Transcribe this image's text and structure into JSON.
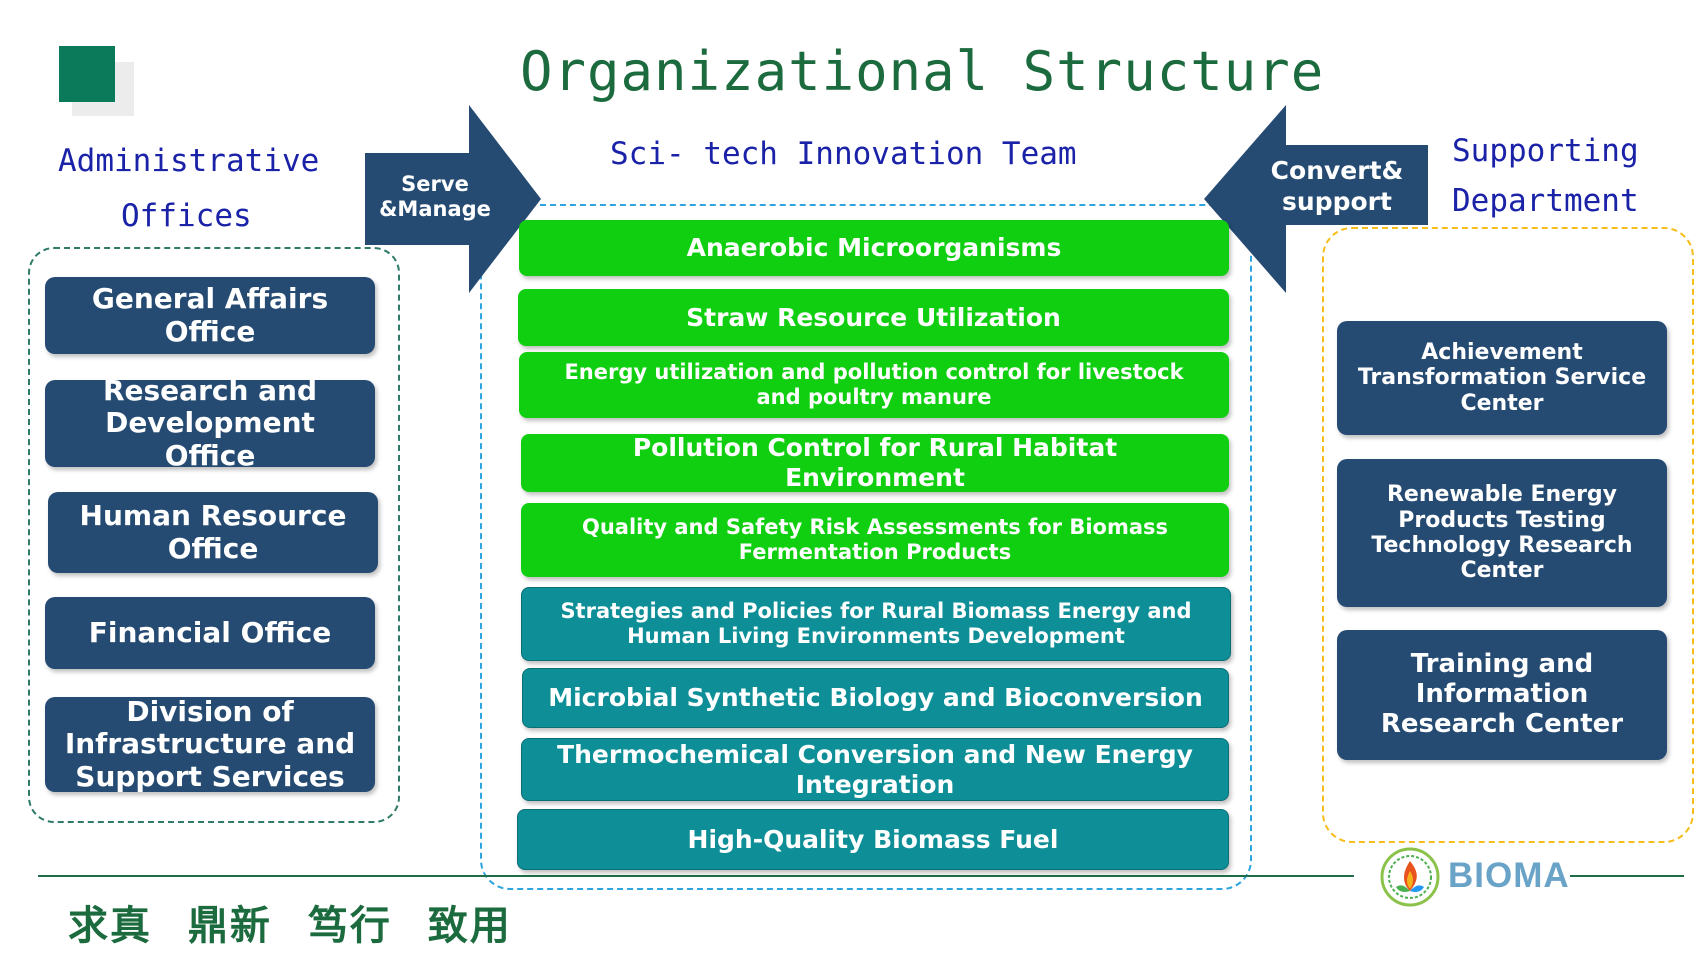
{
  "title": "Organizational Structure",
  "columns": {
    "administrative": {
      "heading_line1": "Administrative",
      "heading_line2": "Offices",
      "offices": [
        "General Affairs Office",
        "Research and Development Office",
        "Human Resource Office",
        "Financial Office",
        "Division of Infrastructure and Support Services"
      ]
    },
    "sci_tech": {
      "heading": "Sci- tech Innovation Team",
      "teams": [
        "Anaerobic Microorganisms",
        "Straw Resource Utilization",
        "Energy utilization and pollution control for livestock and poultry manure",
        "Pollution Control for Rural Habitat Environment",
        "Quality and Safety Risk Assessments for Biomass Fermentation Products",
        "Strategies and Policies for Rural Biomass Energy and Human Living Environments Development",
        "Microbial Synthetic Biology and Bioconversion",
        "Thermochemical Conversion and New Energy Integration",
        "High-Quality Biomass Fuel"
      ]
    },
    "supporting": {
      "heading_line1": "Supporting",
      "heading_line2": "Department",
      "centers": [
        "Achievement Transformation Service Center",
        "Renewable Energy Products Testing Technology Research Center",
        "Training and Information Research Center"
      ]
    }
  },
  "arrows": {
    "serve_manage": "Serve &Manage",
    "convert_support": "Convert& support"
  },
  "footer": {
    "motto": "求真 鼎新 笃行 致用",
    "logo_text": "BIOMA"
  },
  "colors": {
    "navy": "#254b73",
    "green": "#10cf10",
    "teal": "#0e8f97",
    "title_green": "#1c6b3e",
    "heading_blue": "#1a22a8"
  }
}
